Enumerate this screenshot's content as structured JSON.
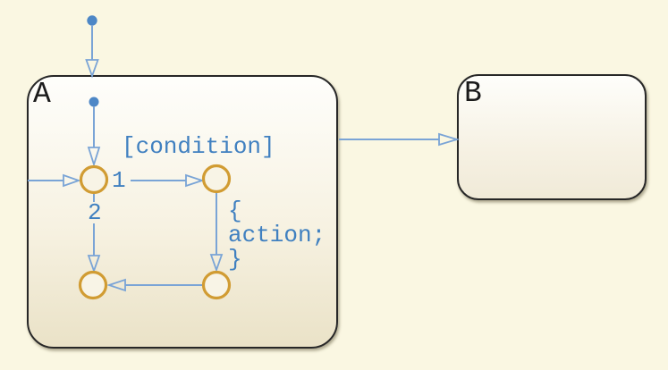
{
  "chart": {
    "states": [
      {
        "name": "A"
      },
      {
        "name": "B"
      }
    ],
    "transition_labels": {
      "condition": "[condition]",
      "branch_one": "1",
      "branch_two": "2",
      "action_block": "{\naction;\n}"
    },
    "colors": {
      "canvas_background": "#FAF7E2",
      "state_border": "#272727",
      "state_fill_top": "#FEFEFB",
      "state_fill_bottom": "#EAE2C7",
      "transition_blue": "#7AA4D6",
      "default_dot_blue": "#4D87C6",
      "label_blue": "#4080C0",
      "junction_orange": "#D19C33",
      "junction_fill": "#F8F4E6",
      "state_name_color": "#1B1B1B"
    }
  }
}
